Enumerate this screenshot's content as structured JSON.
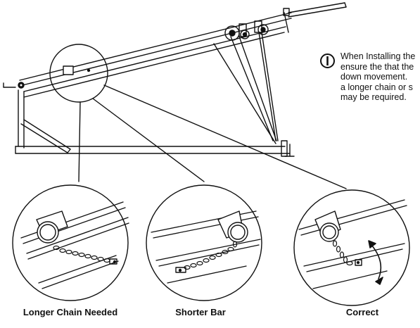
{
  "note": {
    "lines": [
      "When Installing the",
      "ensure the that the",
      "down movement.",
      "a longer chain or s",
      "may be required."
    ],
    "badge_icon": "info-i-icon",
    "badge_letter": "I"
  },
  "insets": [
    {
      "caption": "Longer Chain Needed"
    },
    {
      "caption": "Shorter Bar"
    },
    {
      "caption": "Correct"
    }
  ],
  "colors": {
    "line": "#111111",
    "background": "#ffffff"
  }
}
